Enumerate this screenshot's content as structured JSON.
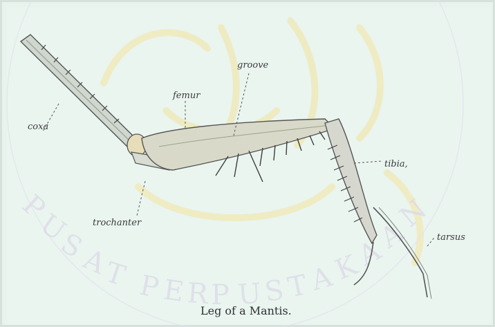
{
  "figure": {
    "caption": "Leg of a Mantis.",
    "labels": {
      "coxa": "coxa",
      "femur": "femur",
      "groove": "groove",
      "tibia": "tibia,",
      "trochanter": "trochanter",
      "tarsus": "tarsus"
    },
    "watermark_text": "PUSAT PERPUSTAKAAN"
  },
  "colors": {
    "background": "#eaf5f0",
    "watermark": "#f3e7a8",
    "ink": "#3a3a3a"
  }
}
